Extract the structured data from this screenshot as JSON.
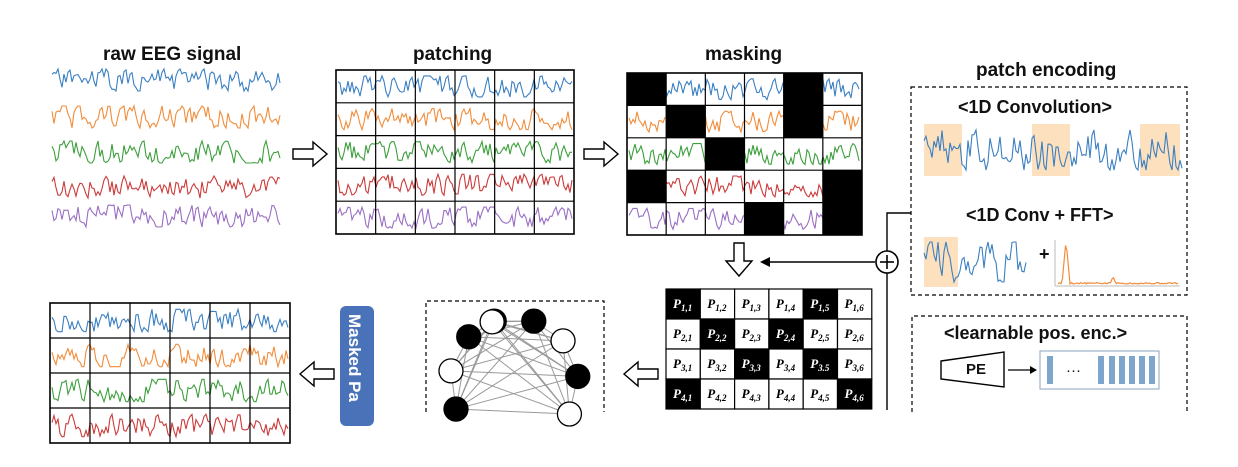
{
  "titles": {
    "raw": "raw EEG signal",
    "patching": "patching",
    "masking": "masking",
    "patch_encoding": "patch encoding"
  },
  "encoding": {
    "conv": "<1D Convolution>",
    "conv_fft": "<1D Conv + FFT>",
    "plus": "+",
    "pos": "<learnable pos. enc.>",
    "pe": "PE",
    "dots": "···"
  },
  "masked_tab": "Masked Pa",
  "patch_grid": {
    "rows": [
      [
        {
          "i": 1,
          "j": 1,
          "m": true
        },
        {
          "i": 1,
          "j": 2,
          "m": false
        },
        {
          "i": 1,
          "j": 3,
          "m": false
        },
        {
          "i": 1,
          "j": 4,
          "m": false
        },
        {
          "i": 1,
          "j": 5,
          "m": true
        },
        {
          "i": 1,
          "j": 6,
          "m": false
        }
      ],
      [
        {
          "i": 2,
          "j": 1,
          "m": false
        },
        {
          "i": 2,
          "j": 2,
          "m": true
        },
        {
          "i": 2,
          "j": 3,
          "m": false
        },
        {
          "i": 2,
          "j": 4,
          "m": true
        },
        {
          "i": 2,
          "j": 5,
          "m": false
        },
        {
          "i": 2,
          "j": 6,
          "m": false
        }
      ],
      [
        {
          "i": 3,
          "j": 1,
          "m": false
        },
        {
          "i": 3,
          "j": 2,
          "m": false
        },
        {
          "i": 3,
          "j": 3,
          "m": true
        },
        {
          "i": 3,
          "j": 4,
          "m": false
        },
        {
          "i": 3,
          "j": 5,
          "m": true
        },
        {
          "i": 3,
          "j": 6,
          "m": false
        }
      ],
      [
        {
          "i": 4,
          "j": 1,
          "m": true
        },
        {
          "i": 4,
          "j": 2,
          "m": false
        },
        {
          "i": 4,
          "j": 3,
          "m": false
        },
        {
          "i": 4,
          "j": 4,
          "m": false
        },
        {
          "i": 4,
          "j": 5,
          "m": false
        },
        {
          "i": 4,
          "j": 6,
          "m": true
        }
      ]
    ],
    "sub_override": {
      "3,5": "3.5"
    }
  },
  "colors": {
    "ch": [
      "#3a7fc2",
      "#f28c3a",
      "#3c9f3c",
      "#cc3a3a",
      "#9a6fc4"
    ],
    "highlight": "#fde0bd",
    "pos_bar": "#7ea6cc"
  },
  "masking_mask": [
    [
      true,
      false,
      false,
      false,
      true,
      false
    ],
    [
      false,
      true,
      false,
      false,
      true,
      false
    ],
    [
      false,
      false,
      true,
      false,
      false,
      false
    ],
    [
      true,
      false,
      false,
      false,
      false,
      true
    ],
    [
      false,
      false,
      false,
      true,
      false,
      true
    ]
  ]
}
